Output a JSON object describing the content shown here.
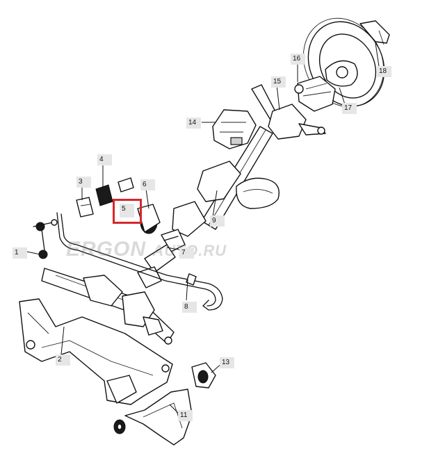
{
  "watermark": {
    "part1": "ERGON",
    "part2": "AUTO.RU"
  },
  "callouts": [
    {
      "id": "1",
      "label": "1"
    },
    {
      "id": "2",
      "label": "2"
    },
    {
      "id": "3",
      "label": "3"
    },
    {
      "id": "4",
      "label": "4"
    },
    {
      "id": "5",
      "label": "5"
    },
    {
      "id": "6",
      "label": "6"
    },
    {
      "id": "7",
      "label": "7"
    },
    {
      "id": "8",
      "label": "8"
    },
    {
      "id": "9",
      "label": "9"
    },
    {
      "id": "11",
      "label": "11"
    },
    {
      "id": "13",
      "label": "13"
    },
    {
      "id": "14",
      "label": "14"
    },
    {
      "id": "15",
      "label": "15"
    },
    {
      "id": "16",
      "label": "16"
    },
    {
      "id": "17",
      "label": "17"
    },
    {
      "id": "18",
      "label": "18"
    }
  ],
  "highlighted_part": "5",
  "colors": {
    "highlight": "#d7262c",
    "callout_bg": "#e6e6e6",
    "line": "#111111"
  }
}
